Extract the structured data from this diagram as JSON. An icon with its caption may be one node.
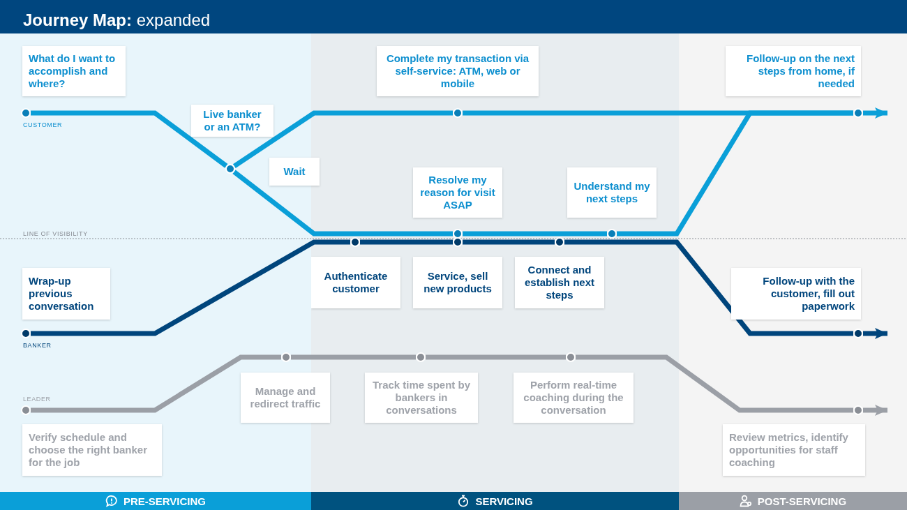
{
  "diagram": {
    "title": "**Journey Map:** expanded",
    "nodes": [
      {
        "text": [
          "PRE-SERVICING"
        ]
      },
      {
        "text": [
          "SERVICING"
        ]
      },
      {
        "text": [
          "POST-SERVICING"
        ]
      },
      {
        "text": [
          "What do I want to accomplish and where?"
        ],
        "in": 0
      },
      {
        "text": [],
        "shape": "circle",
        "in": 0
      },
      {
        "text": [
          "Live banker or an ATM?"
        ],
        "in": 0
      },
      {
        "text": [],
        "shape": "circle",
        "in": 0
      },
      {
        "text": [
          "Wait"
        ]
      },
      {
        "text": [
          "Complete my transaction via self-service: ATM, web or mobile"
        ],
        "in": 1
      },
      {
        "text": [],
        "shape": "circle",
        "in": 1
      },
      {
        "text": [
          "Resolve my reason for visit ASAP"
        ],
        "in": 1
      },
      {
        "text": [],
        "shape": "circle",
        "in": 1
      },
      {
        "text": [
          "Understand my next steps"
        ],
        "in": 1
      },
      {
        "text": [],
        "shape": "circle",
        "in": 1
      },
      {
        "text": [
          "Follow-up on the next steps from home, if needed"
        ],
        "in": 2
      },
      {
        "text": [],
        "shape": "circle",
        "in": 2
      },
      {
        "text": [
          "Wrap-up previous conversation"
        ],
        "in": 0
      },
      {
        "text": [],
        "shape": "circle",
        "in": 0
      },
      {
        "text": [],
        "shape": "circle",
        "in": 1
      },
      {
        "text": [
          "Authenticate customer"
        ],
        "in": 1
      },
      {
        "text": [],
        "shape": "circle",
        "in": 1
      },
      {
        "text": [
          "Service, sell new products"
        ],
        "in": 1
      },
      {
        "text": [],
        "shape": "circle",
        "in": 1
      },
      {
        "text": [
          "Connect and establish next steps"
        ],
        "in": 1
      },
      {
        "text": [
          "Follow-up with the customer, fill out paperwork"
        ],
        "in": 2
      },
      {
        "text": [],
        "shape": "circle",
        "in": 2
      },
      {
        "text": [],
        "shape": "circle",
        "in": 0
      },
      {
        "text": [
          "Verify schedule and choose the right banker for the job"
        ],
        "in": 0
      },
      {
        "text": [],
        "shape": "circle",
        "in": 0
      },
      {
        "text": [
          "Manage and redirect traffic"
        ]
      },
      {
        "text": [],
        "shape": "circle",
        "in": 1
      },
      {
        "text": [
          "Track time spent by bankers in conversations"
        ],
        "in": 1
      },
      {
        "text": [],
        "shape": "circle",
        "in": 1
      },
      {
        "text": [
          "Perform real-time coaching during the conversation"
        ],
        "in": 1
      },
      {
        "text": [
          "Review metrics, identify opportunities for staff coaching"
        ],
        "in": 2
      },
      {
        "text": [],
        "shape": "circle",
        "in": 2
      }
    ],
    "edges": [
      {
        "from": 4,
        "to": 6,
        "arrow": "none"
      },
      {
        "from": 6,
        "to": 9,
        "arrow": "none"
      },
      {
        "from": 6,
        "to": 11,
        "arrow": "none"
      },
      {
        "from": 11,
        "to": 13,
        "arrow": "none"
      },
      {
        "from": 13,
        "to": 15,
        "arrow": "none"
      },
      {
        "from": 9,
        "to": 15,
        "arrow": "none"
      },
      {
        "from": 15,
        "to": null,
        "arrow": "to"
      },
      {
        "from": 17,
        "to": 18,
        "arrow": "none",
        "color": "#00457c"
      },
      {
        "from": 18,
        "to": 20,
        "arrow": "none",
        "color": "#00457c"
      },
      {
        "from": 20,
        "to": 22,
        "arrow": "none",
        "color": "#00457c"
      },
      {
        "from": 22,
        "to": 25,
        "arrow": "none",
        "color": "#00457c"
      },
      {
        "from": 25,
        "to": null,
        "arrow": "to",
        "color": "#00457c"
      },
      {
        "from": 26,
        "to": 28,
        "arrow": "none",
        "color": "#9b9fa6"
      },
      {
        "from": 28,
        "to": 30,
        "arrow": "none",
        "color": "#9b9fa6"
      },
      {
        "from": 30,
        "to": 32,
        "arrow": "none",
        "color": "#9b9fa6"
      },
      {
        "from": 32,
        "to": 35,
        "arrow": "none",
        "color": "#9b9fa6"
      },
      {
        "from": 35,
        "to": null,
        "arrow": "to",
        "color": "#9b9fa6"
      }
    ],
    "labels": [
      "CUSTOMER",
      "LINE OF VISIBILITY",
      "BANKER",
      "LEADER"
    ]
  }
}
